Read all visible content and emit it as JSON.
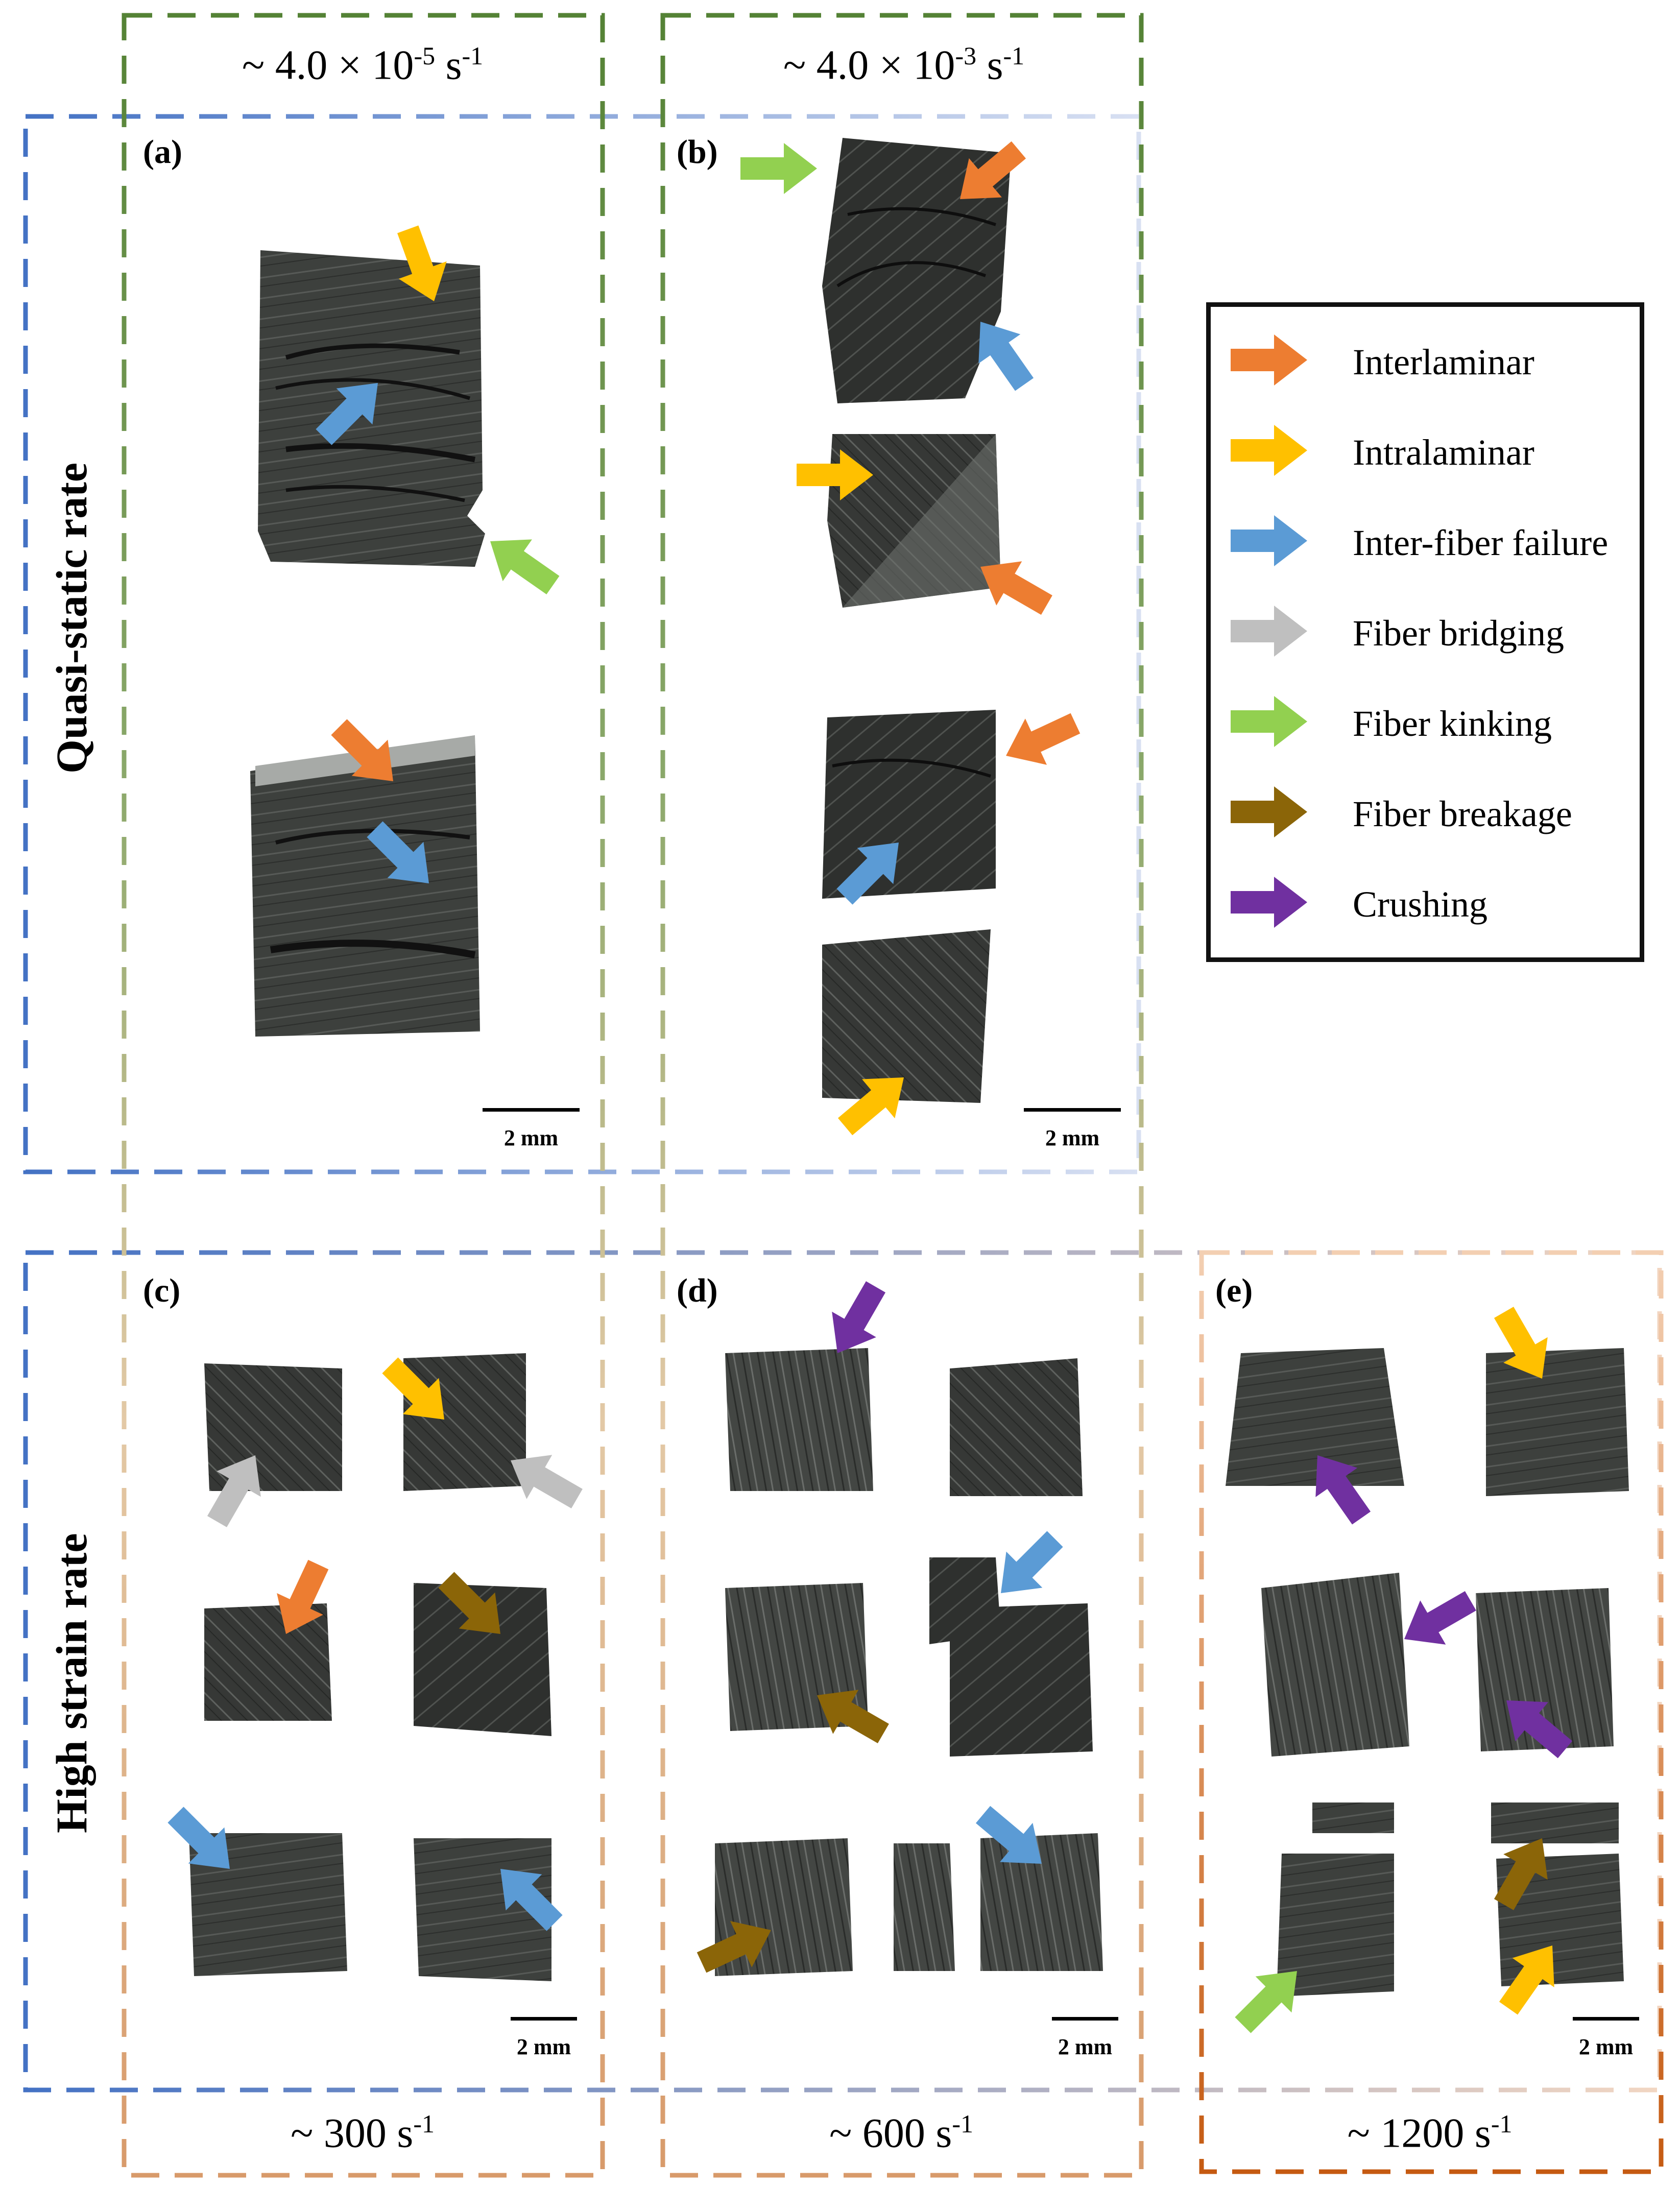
{
  "strain_rates": {
    "qs_slow": {
      "base": "~ 4.0 × 10",
      "exp": "-5",
      "unit": " s",
      "unit_exp": "-1"
    },
    "qs_fast": {
      "base": "~ 4.0 × 10",
      "exp": "-3",
      "unit": " s",
      "unit_exp": "-1"
    },
    "hr_300": {
      "base": "~ 300 s",
      "unit_exp": "-1"
    },
    "hr_600": {
      "base": "~ 600 s",
      "unit_exp": "-1"
    },
    "hr_1200": {
      "base": "~ 1200 s",
      "unit_exp": "-1"
    }
  },
  "row_labels": {
    "quasi_static": "Quasi-static rate",
    "high_strain": "High strain rate"
  },
  "panels": [
    {
      "label": "(a)",
      "scale_bar": "2 mm"
    },
    {
      "label": "(b)",
      "scale_bar": "2 mm"
    },
    {
      "label": "(c)",
      "scale_bar": "2 mm"
    },
    {
      "label": "(d)",
      "scale_bar": "2 mm"
    },
    {
      "label": "(e)",
      "scale_bar": "2 mm"
    }
  ],
  "legend": [
    {
      "label": "Interlaminar",
      "color": "#ED7D31"
    },
    {
      "label": "Intralaminar",
      "color": "#FFC000"
    },
    {
      "label": "Inter-fiber failure",
      "color": "#5B9BD5"
    },
    {
      "label": "Fiber bridging",
      "color": "#BFBFBF"
    },
    {
      "label": "Fiber kinking",
      "color": "#92D050"
    },
    {
      "label": "Fiber breakage",
      "color": "#8B6508"
    },
    {
      "label": "Crushing",
      "color": "#7030A0"
    }
  ],
  "colors": {
    "quasi_static_frame": "#4472C4",
    "low_rate_frame": "#548235",
    "high_rate_frame": "#C55A11",
    "specimen": "#3a3c3a"
  }
}
